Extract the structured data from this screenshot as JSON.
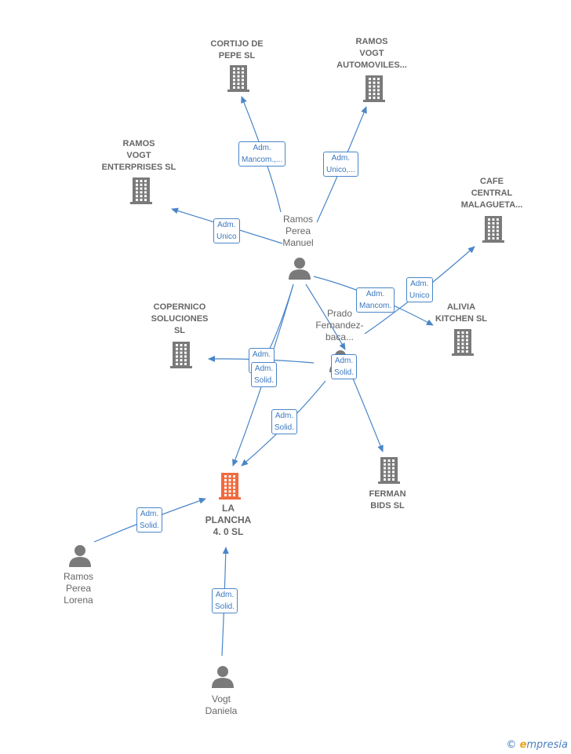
{
  "colors": {
    "edge": "#4a86c8",
    "node_icon": "#7a7a7a",
    "main_node_icon": "#f26a3d",
    "person_icon": "#7a7a7a"
  },
  "nodes": [
    {
      "id": "cortijo",
      "type": "company",
      "label": "CORTIJO DE\nPEPE  SL"
    },
    {
      "id": "ramosvogtauto",
      "type": "company",
      "label": "RAMOS\nVOGT\nAUTOMOVILES..."
    },
    {
      "id": "ramosvogtent",
      "type": "company",
      "label": "RAMOS\nVOGT\nENTERPRISES SL"
    },
    {
      "id": "cafe",
      "type": "company",
      "label": "CAFE\nCENTRAL\nMALAGUETA..."
    },
    {
      "id": "alivia",
      "type": "company",
      "label": "ALIVIA\nKITCHEN  SL"
    },
    {
      "id": "copernico",
      "type": "company",
      "label": "COPERNICO\nSOLUCIONES\nSL"
    },
    {
      "id": "ferman",
      "type": "company",
      "label": "FERMAN\nBIDS  SL"
    },
    {
      "id": "laplancha",
      "type": "main",
      "label": "LA\nPLANCHA\n4. 0  SL"
    },
    {
      "id": "ramosmanuel",
      "type": "person",
      "label": "Ramos\nPerea\nManuel"
    },
    {
      "id": "prado",
      "type": "person",
      "label": "Prado\nFernandez-\nbaca..."
    },
    {
      "id": "ramoslorena",
      "type": "person",
      "label": "Ramos\nPerea\nLorena"
    },
    {
      "id": "vogt",
      "type": "person",
      "label": "Vogt\nDaniela"
    }
  ],
  "edges": [
    {
      "from": "ramosmanuel",
      "to": "cortijo",
      "label": "Adm.\nMancom.,..."
    },
    {
      "from": "ramosmanuel",
      "to": "ramosvogtauto",
      "label": "Adm.\nUnico,..."
    },
    {
      "from": "ramosmanuel",
      "to": "ramosvogtent",
      "label": "Adm.\nUnico"
    },
    {
      "from": "ramosmanuel",
      "to": "alivia",
      "label": "Adm.\nMancom."
    },
    {
      "from": "ramosmanuel",
      "to": "copernico",
      "label": "Adm.\nSolid."
    },
    {
      "from": "ramosmanuel",
      "to": "laplancha",
      "label": "Adm.\nSolid."
    },
    {
      "from": "ramosmanuel",
      "to": "ferman",
      "label": ""
    },
    {
      "from": "prado",
      "to": "cafe",
      "label": "Adm.\nUnico"
    },
    {
      "from": "prado",
      "to": "ferman",
      "label": "Adm.\nSolid."
    },
    {
      "from": "prado",
      "to": "laplancha",
      "label": "Adm.\nSolid."
    },
    {
      "from": "prado",
      "to": "copernico",
      "label": ""
    },
    {
      "from": "ramoslorena",
      "to": "laplancha",
      "label": "Adm.\nSolid."
    },
    {
      "from": "vogt",
      "to": "laplancha",
      "label": "Adm.\nSolid."
    }
  ],
  "footer": {
    "copyright_symbol": "©",
    "brand_initial": "e",
    "brand_rest": "mpresia"
  }
}
